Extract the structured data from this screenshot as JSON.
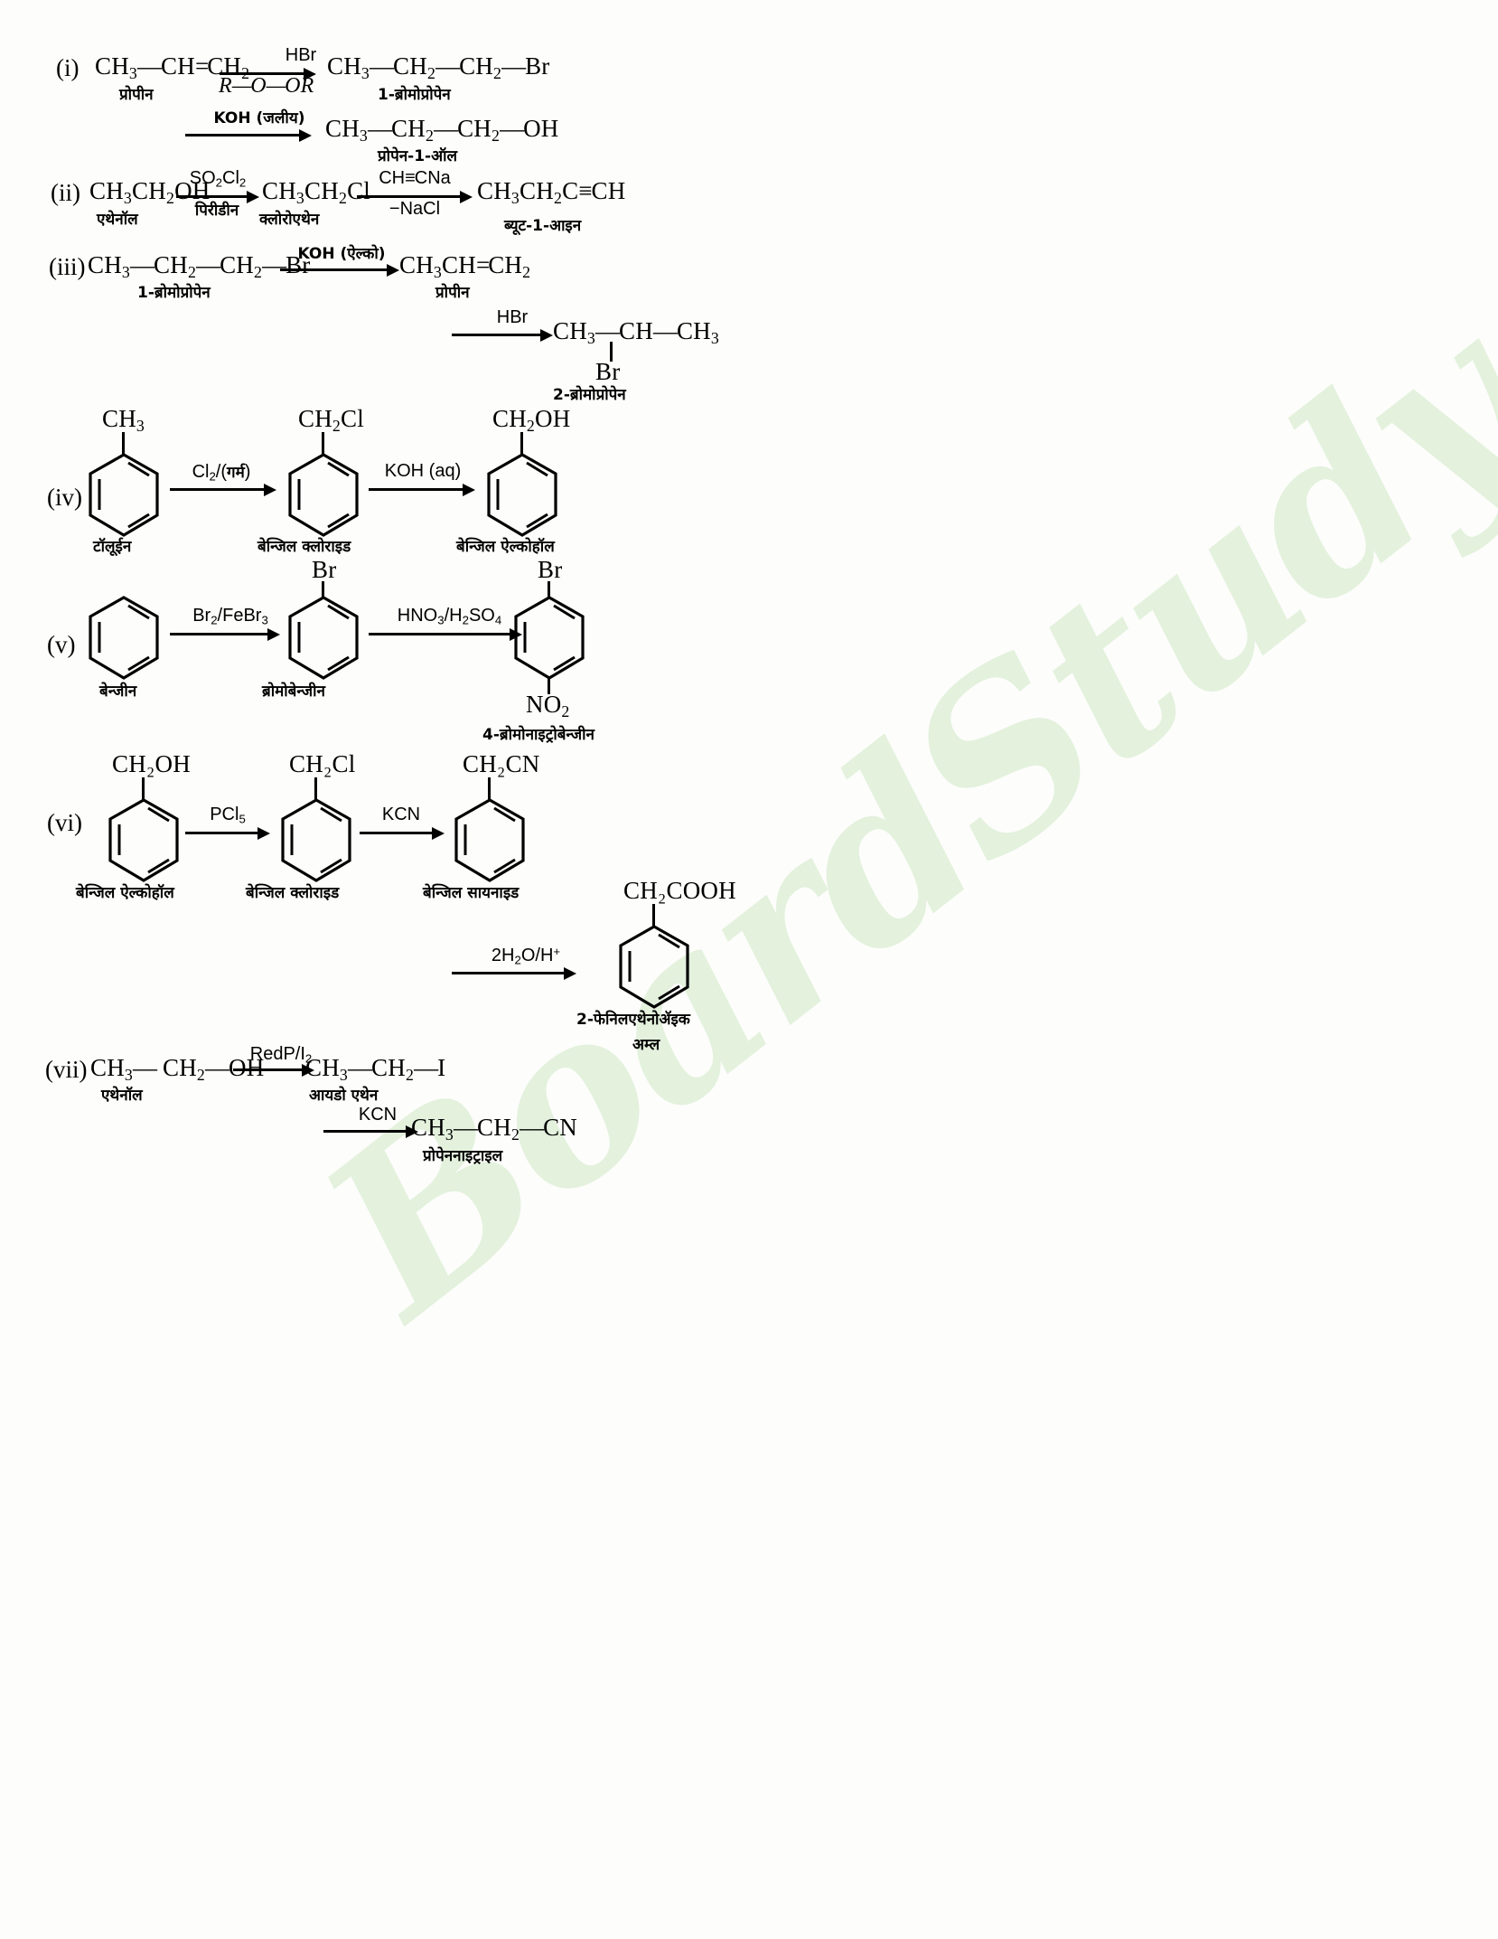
{
  "document": {
    "type": "chemistry-reaction-schemes",
    "language": "hindi",
    "watermark": "BoardStudy"
  },
  "reactions": [
    {
      "number": "(i)",
      "steps": [
        {
          "reactant": "CH₃—CH=CH₂",
          "reactant_label": "प्रोपीन",
          "reagent_top": "HBr",
          "reagent_bottom": "R—O—OR",
          "product": "CH₃—CH₂—CH₂—Br",
          "product_label": "1-ब्रोमोप्रोपेन"
        },
        {
          "reagent_top": "KOH (जलीय)",
          "product": "CH₃—CH₂—CH₂—OH",
          "product_label": "प्रोपेन-1-ऑल"
        }
      ]
    },
    {
      "number": "(ii)",
      "steps": [
        {
          "reactant": "CH₃CH₂OH",
          "reactant_label": "एथेनॉल",
          "reagent_top": "SO₂Cl₂",
          "reagent_bottom": "पिरीडीन",
          "product": "CH₃CH₂Cl",
          "product_label": "क्लोरोएथेन"
        },
        {
          "reagent_top": "CH≡CNa",
          "reagent_bottom": "−NaCl",
          "product": "CH₃CH₂C≡CH",
          "product_label": "ब्यूट-1-आइन"
        }
      ]
    },
    {
      "number": "(iii)",
      "steps": [
        {
          "reactant": "CH₃—CH₂—CH₂—Br",
          "reactant_label": "1-ब्रोमोप्रोपेन",
          "reagent_top": "KOH (ऐल्को)",
          "product": "CH₃CH=CH₂",
          "product_label": "प्रोपीन"
        },
        {
          "reagent_top": "HBr",
          "product": "CH₃—CH—CH₃",
          "substituent": "Br",
          "product_label": "2-ब्रोमोप्रोपेन"
        }
      ]
    },
    {
      "number": "(iv)",
      "steps": [
        {
          "reactant_top": "CH₃",
          "reactant_label": "टॉलूईन",
          "reagent_top": "Cl₂/(गर्म)",
          "product_top": "CH₂Cl",
          "product_label": "बेन्जिल क्लोराइड"
        },
        {
          "reagent_top": "KOH (aq)",
          "product_top": "CH₂OH",
          "product_label": "बेन्जिल ऐल्कोहॉल"
        }
      ]
    },
    {
      "number": "(v)",
      "steps": [
        {
          "reactant_label": "बेन्जीन",
          "reagent_top": "Br₂/FeBr₃",
          "product_top": "Br",
          "product_label": "ब्रोमोबेन्जीन"
        },
        {
          "reagent_top": "HNO₃/H₂SO₄",
          "product_top": "Br",
          "product_bottom": "NO₂",
          "product_label": "4-ब्रोमोनाइट्रोबेन्जीन"
        }
      ]
    },
    {
      "number": "(vi)",
      "steps": [
        {
          "reactant_top": "CH₂OH",
          "reactant_label": "बेन्जिल ऐल्कोहॉल",
          "reagent_top": "PCl₅",
          "product_top": "CH₂Cl",
          "product_label": "बेन्जिल क्लोराइड"
        },
        {
          "reagent_top": "KCN",
          "product_top": "CH₂CN",
          "product_label": "बेन्जिल सायनाइड"
        },
        {
          "reagent_top": "2H₂O/H⁺",
          "product_top": "CH₂COOH",
          "product_label": "2-फेनिलएथेनोॲइक",
          "product_label2": "अम्ल"
        }
      ]
    },
    {
      "number": "(vii)",
      "steps": [
        {
          "reactant": "CH₃—CH₂—OH",
          "reactant_label": "एथेनॉल",
          "reagent_top": "RedP/I₂",
          "product": "CH₃—CH₂—I",
          "product_label": "आयडो एथेन"
        },
        {
          "reagent_top": "KCN",
          "product": "CH₃—CH₂—CN",
          "product_label": "प्रोपेननाइट्राइल"
        }
      ]
    }
  ],
  "formulas": {
    "ch3": "CH",
    "hbr": "HBr",
    "r_o_or_r1": "R",
    "r_o_or_o": "O",
    "r_o_or_or": "OR",
    "koh_aq_hi": "KOH (जलीय)",
    "so2cl2": "SO",
    "pyridine": "पिरीडीन",
    "nacl": "−NaCl",
    "koh_alc": "KOH (ऐल्को)",
    "cl2_garm": "Cl",
    "koh_aq": "KOH (aq)",
    "br2febr3": "Br",
    "hno3h2so4": "HNO",
    "pcl5": "PCl",
    "kcn": "KCN",
    "h2o_h": "2H",
    "redp_i2": "RedP/I"
  }
}
